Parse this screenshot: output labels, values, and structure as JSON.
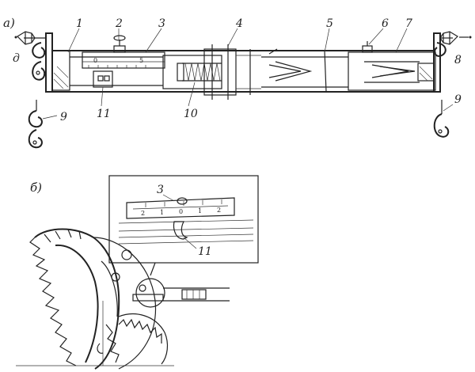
{
  "panels": [
    {
      "id": "a",
      "label": "а)"
    },
    {
      "id": "b",
      "label": "б)"
    }
  ],
  "callouts_top": [
    "1",
    "2",
    "3",
    "4",
    "5",
    "6",
    "7",
    "8",
    "9",
    "9",
    "10",
    "11"
  ],
  "callout_d": "д",
  "inset": {
    "callout_scale": "3",
    "callout_clamp": "11",
    "scale_marks": [
      "2",
      "1",
      "0",
      "1",
      "2"
    ]
  },
  "rod_scale_marks": [
    "0",
    "5"
  ]
}
